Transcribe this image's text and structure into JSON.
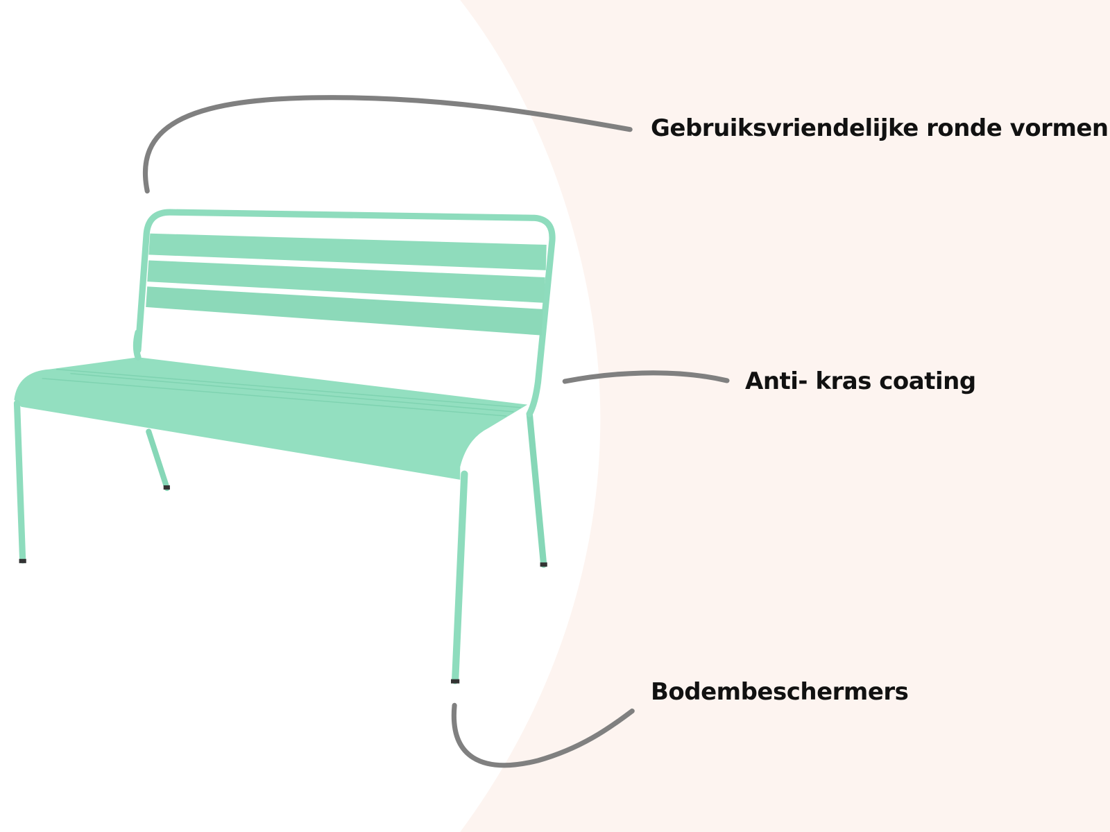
{
  "colors": {
    "background": "#ffffff",
    "accent_region": "#fdf4f0",
    "bench": "#8edcbd",
    "bench_shadow": "#6fcba6",
    "callout_line": "#808080",
    "text": "#111111"
  },
  "features": [
    {
      "label": "Gebruiksvriendelijke ronde vormen"
    },
    {
      "label": "Anti- kras coating"
    },
    {
      "label": "Bodembeschermers"
    }
  ]
}
